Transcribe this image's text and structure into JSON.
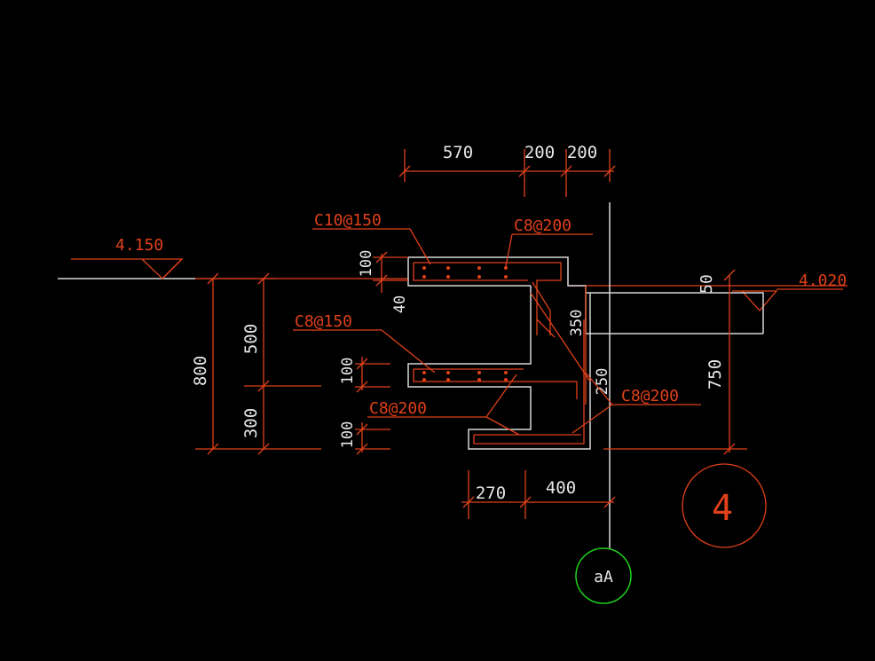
{
  "colors": {
    "background": "#000000",
    "red": "#e0401a",
    "white": "#d8d8d8",
    "green": "#1fcf1f"
  },
  "elevations": {
    "left": "4.150",
    "right": "4.020"
  },
  "dims_top": {
    "d1": "570",
    "d2": "200",
    "d3": "200"
  },
  "dims_left": {
    "total": "800",
    "upper": "500",
    "lower": "300"
  },
  "dims_mid": {
    "slab_top": "100",
    "gap": "40",
    "slab_mid": "100",
    "slab_bot": "100"
  },
  "dims_right": {
    "top": "50",
    "height": "750",
    "web": "350",
    "web2": "250"
  },
  "dims_bottom": {
    "b1": "270",
    "b2": "400"
  },
  "rebar": {
    "top": "C10@150",
    "top_right": "C8@200",
    "mid_left": "C8@150",
    "mid": "C8@200",
    "right": "C8@200"
  },
  "section_no": "4",
  "axis_label": "aA"
}
